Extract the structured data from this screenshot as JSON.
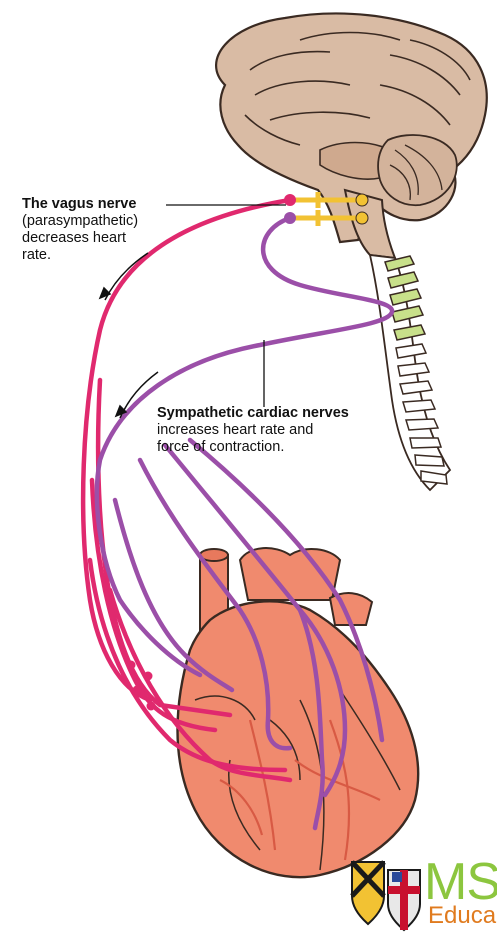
{
  "vagus": {
    "title": "The vagus nerve",
    "lines": [
      "(parasympathetic)",
      "decreases heart",
      "rate."
    ]
  },
  "sympathetic": {
    "title": "Sympathetic cardiac nerves",
    "lines": [
      "increases heart rate and",
      "force of contraction."
    ]
  },
  "logo": {
    "text_large": "MS",
    "text_small": "Educa"
  },
  "colors": {
    "vagus_nerve": "#e0296e",
    "sympathetic_nerve": "#9b4fa8",
    "brain": "#d8b9a2",
    "spinal_cord_cervical": "#c8e08a",
    "heart": "#f08a6e",
    "ganglion": "#f2c233"
  }
}
